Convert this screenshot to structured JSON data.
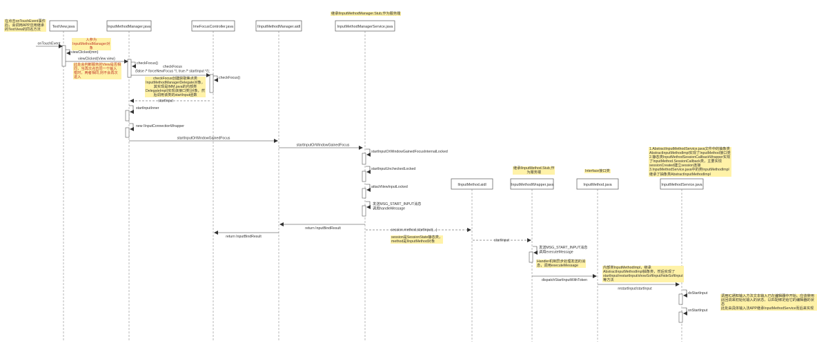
{
  "colors": {
    "lifeline": "#888888",
    "box_border": "#555555",
    "arrow": "#333333",
    "note_bg": "#fff2a8",
    "note_text": "#333333",
    "note_accent": "#c0392b"
  },
  "participants": [
    {
      "id": "textview",
      "label": "TextView.java"
    },
    {
      "id": "imm",
      "label": "InputMethodManager.java"
    },
    {
      "id": "ifc",
      "label": "ImeFocusController.java"
    },
    {
      "id": "iimm",
      "label": "IInputMethodManager.aidl"
    },
    {
      "id": "imms",
      "label": "InputMethodManagerService.java"
    },
    {
      "id": "iim",
      "label": "IInputMethod.aidl"
    },
    {
      "id": "iimw",
      "label": "IInputMethodWrapper.java"
    },
    {
      "id": "im",
      "label": "InputMethod.java"
    },
    {
      "id": "ims",
      "label": "InputMethodService.java"
    }
  ],
  "messages": [
    {
      "label": "onTouchEvent"
    },
    {
      "label": "viewClicked(mm)"
    },
    {
      "label": "viewClicked(View view)"
    },
    {
      "label": "checkFocus()"
    },
    {
      "label": "checkFocus\n(false /* forceNewFocus */, true /* startInput */);"
    },
    {
      "label": "checkFocus()"
    },
    {
      "label": "startInput"
    },
    {
      "label": "startInputInner"
    },
    {
      "label": "new IInputConnectionWrapper"
    },
    {
      "label": "startInputOrWindowGainedFocus"
    },
    {
      "label": "startInputOrWindowGainedFocus"
    },
    {
      "label": "startInputOrWindowGainedFocusInternalLocked"
    },
    {
      "label": "startInputUncheckedLocked"
    },
    {
      "label": "attachNewInputLocked"
    },
    {
      "label": "发送MSG_START_INPUT消息\n调用handleMessage"
    },
    {
      "label": "return InputBindResult"
    },
    {
      "label": "session.method.startInput(...)"
    },
    {
      "label": "return InputBindResult"
    },
    {
      "label": "startInput"
    },
    {
      "label": "发送MSG_START_INPUT消息\n调用executeMessage"
    },
    {
      "label": "dispatchStartInputWithToken"
    },
    {
      "label": "restartInput/startInput"
    },
    {
      "label": "doStartInput"
    },
    {
      "label": "onStartInput"
    }
  ],
  "notes": [
    {
      "text": "在点击onTouchEvent事件\n后，会调用APP应用继承\n的TextView的同名方法"
    },
    {
      "text": "继承IInputMethodManager.Stub,作为服务端"
    },
    {
      "text": "入参为\nInputMethodManager对\n象"
    },
    {
      "text": "此处会判断服务的View是否相\n同，当再次点击同一个输入\n框时，两者相同,则不会再次\n进入"
    },
    {
      "text": "checkFocus创建获取焦点类\nInputMethodManagerDelegate对象，\n其实现是IMM.java的内部类\nDelegateImpl(实现该接口类)对象，然\n后调用该类的startInput函数"
    },
    {
      "text": "session是SessionState静态类，\nmethod是IInputMethod对象"
    },
    {
      "text": "继承IInputMethod.Stub,作\n为服务端"
    },
    {
      "text": "Interface接口类"
    },
    {
      "text": "1.AbstractInputMethodService.java文件中的抽象类\nAbstractInputMethodImpl实现了InputMethod接口类\n2.静态类InputMethodSessionCallbackWrapper实现\n了InputMethod.SessionCallback类，主要实现\nsessionCreated建立session连接\n3.InputMethodService.java中的类InputMethodImpl\n继承了抽象类AbstractInputMethodImpl"
    },
    {
      "text": "Handler机制异步处理发送的消\n息，调用executeMessage"
    },
    {
      "text": "内部类InputMethodImpl，继承\nAbstractInputMethodImpl抽象类，然后实现了\nstartInput/restartInput/showSoftInput/hideSoftInput\n等方法"
    },
    {
      "text": "调用IC通知输入方法文本输入已在编辑器中开始。应该使用\n此回调来初始化输入的状态，以匹配绑定给它的编辑器的状态\n此处由具体输入法APP继承InputMethodService而后来实现"
    }
  ]
}
